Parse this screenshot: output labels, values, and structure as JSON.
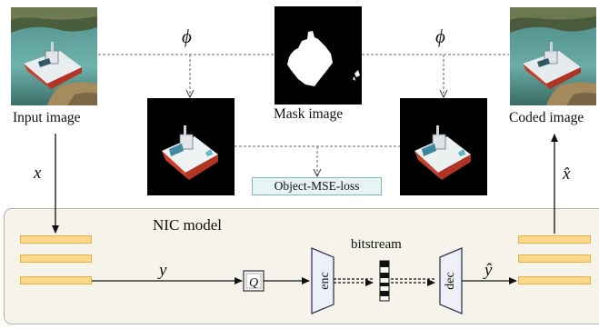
{
  "labels": {
    "input_image": "Input image",
    "mask_image": "Mask image",
    "coded_image": "Coded image",
    "object_mse_loss": "Object-MSE-loss",
    "nic_model": "NIC model",
    "bitstream": "bitstream",
    "enc": "enc",
    "dec": "dec",
    "quantizer": "Q"
  },
  "symbols": {
    "phi_left": "ϕ",
    "phi_right": "ϕ",
    "x": "x",
    "x_hat": "x̂",
    "y": "y",
    "y_hat": "ŷ"
  },
  "colors": {
    "panel_fill": "#f5f3ea",
    "bar_fill": "#fcd98a",
    "loss_fill": "#e6f4f4",
    "enc_dec_fill": "#eef0f8"
  }
}
